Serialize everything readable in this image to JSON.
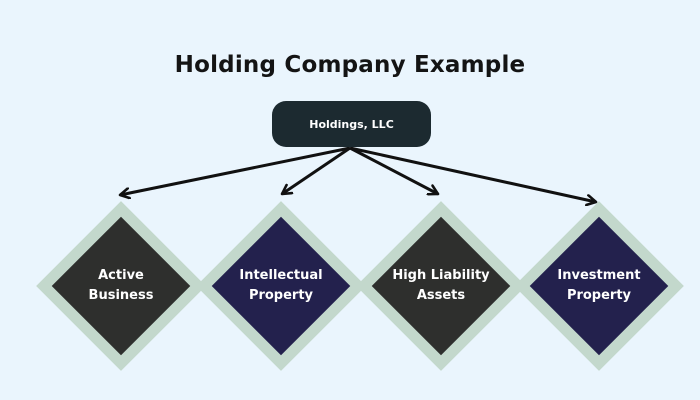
{
  "title": "Holding Company Example",
  "root": {
    "label": "Holdings, LLC",
    "color": "#1c2a30"
  },
  "nodes": [
    {
      "label": "Active\nBusiness",
      "fill": "#2e2f2d"
    },
    {
      "label": "Intellectual\nProperty",
      "fill": "#23214d"
    },
    {
      "label": "High Liability\nAssets",
      "fill": "#2e2f2d"
    },
    {
      "label": "Investment\nProperty",
      "fill": "#23214d"
    }
  ],
  "colors": {
    "background": "#eaf5fd",
    "diamond_border": "#c3d8cc",
    "arrow": "#111111",
    "text_light": "#ffffff",
    "title": "#141414"
  }
}
